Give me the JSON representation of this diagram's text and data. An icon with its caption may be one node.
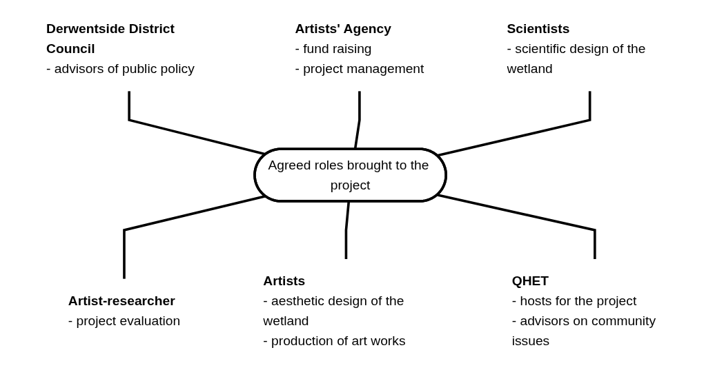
{
  "diagram": {
    "nodes": [
      {
        "text": [
          "Derwentside District Council",
          "- advisors of public policy"
        ]
      },
      {
        "text": [
          "Artists' Agency",
          "- fund raising",
          "- project management"
        ]
      },
      {
        "text": [
          "Agreed roles brought to the project"
        ]
      },
      {
        "text": [
          "Scientists",
          "- scientific design of the wetland"
        ]
      },
      {
        "text": [
          "Artist-researcher",
          "- project evaluation"
        ]
      },
      {
        "text": [
          "Artists",
          "- aesthetic design of the wetland",
          "- production of art works"
        ]
      },
      {
        "text": [
          "QHET",
          "- hosts for the project",
          "- advisors on community issues"
        ]
      }
    ],
    "edges": [
      {
        "from": 0,
        "to": 2,
        "arrow": "none"
      },
      {
        "from": 1,
        "to": 2,
        "arrow": "none"
      },
      {
        "from": 3,
        "to": 2,
        "arrow": "none"
      },
      {
        "from": 2,
        "to": 4,
        "arrow": "none"
      },
      {
        "from": 2,
        "to": 5,
        "arrow": "none"
      },
      {
        "from": 2,
        "to": 6,
        "arrow": "none"
      }
    ]
  }
}
